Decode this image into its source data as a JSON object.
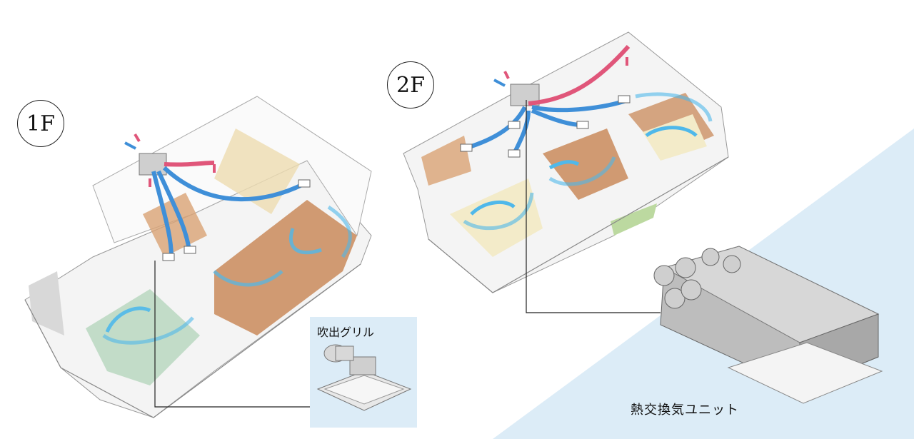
{
  "floors": {
    "first": "1F",
    "second": "2F"
  },
  "labels": {
    "outlet_grille": "吹出グリル",
    "heat_exchange_unit": "熱交換気ユニット"
  },
  "colors": {
    "fresh_air_duct": "#3f8fd8",
    "exhaust_duct": "#e0567a",
    "airflow_arrow": "#4fb8ea",
    "background_panel": "#dcecf7",
    "floor_wood": "#c98a5a",
    "tatami": "#bcd9c3"
  },
  "icons": {
    "airflow": "curved-arrow-icon",
    "supply": "blue-arrow-icon",
    "exhaust": "pink-arrow-icon"
  }
}
